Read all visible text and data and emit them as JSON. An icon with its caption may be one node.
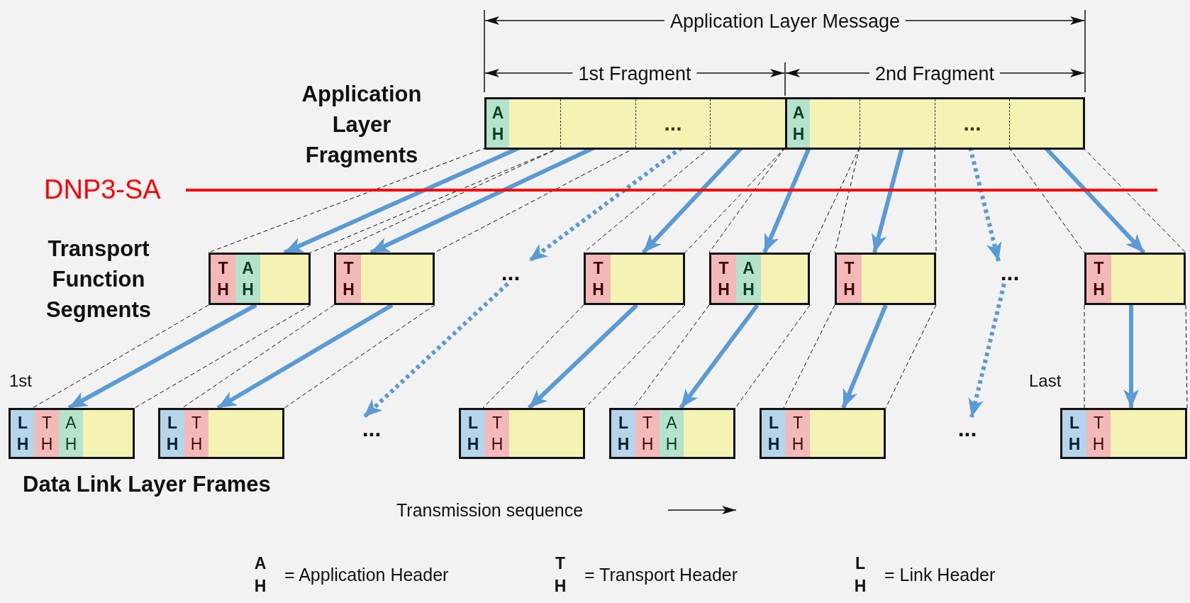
{
  "diagram": {
    "nodes": [
      {
        "text": [],
        "shape": "box"
      },
      {
        "text": [],
        "shape": "box",
        "in": 0
      },
      {
        "text": [
          "A H"
        ],
        "in": 1
      },
      {
        "text": [],
        "shape": "box",
        "in": 0
      },
      {
        "text": [
          "..."
        ],
        "in": 0
      },
      {
        "text": [],
        "shape": "box",
        "in": 0
      },
      {
        "text": [],
        "shape": "box",
        "in": 0
      },
      {
        "text": [
          "A H"
        ],
        "in": 6
      },
      {
        "text": [],
        "shape": "box",
        "in": 0
      },
      {
        "text": [
          "..."
        ],
        "in": 0
      },
      {
        "text": [],
        "shape": "box",
        "in": 0
      },
      {
        "text": [],
        "shape": "box"
      },
      {
        "text": [
          "T H"
        ],
        "in": 11
      },
      {
        "text": [
          "A H"
        ],
        "in": 11
      },
      {
        "text": [],
        "shape": "box"
      },
      {
        "text": [
          "T H"
        ],
        "in": 14
      },
      {
        "text": [
          "..."
        ]
      },
      {
        "text": [],
        "shape": "box"
      },
      {
        "text": [
          "T H"
        ],
        "in": 17
      },
      {
        "text": [],
        "shape": "box"
      },
      {
        "text": [
          "T H"
        ],
        "in": 19
      },
      {
        "text": [
          "A H"
        ],
        "in": 19
      },
      {
        "text": [],
        "shape": "box"
      },
      {
        "text": [
          "T H"
        ],
        "in": 22
      },
      {
        "text": [
          "..."
        ]
      },
      {
        "text": [],
        "shape": "box"
      },
      {
        "text": [
          "T H"
        ],
        "in": 25
      },
      {
        "text": [],
        "shape": "box"
      },
      {
        "text": [
          "L H"
        ],
        "in": 27
      },
      {
        "text": [
          "T H"
        ],
        "in": 27
      },
      {
        "text": [
          "A H"
        ],
        "in": 27
      },
      {
        "text": [],
        "shape": "box"
      },
      {
        "text": [
          "L H"
        ],
        "in": 31
      },
      {
        "text": [
          "T H"
        ],
        "in": 31
      },
      {
        "text": [
          "..."
        ]
      },
      {
        "text": [],
        "shape": "box"
      },
      {
        "text": [
          "L H"
        ],
        "in": 35
      },
      {
        "text": [
          "T H"
        ],
        "in": 35
      },
      {
        "text": [],
        "shape": "box"
      },
      {
        "text": [
          "L H"
        ],
        "in": 38
      },
      {
        "text": [
          "T H"
        ],
        "in": 38
      },
      {
        "text": [
          "A H"
        ],
        "in": 38
      },
      {
        "text": [],
        "shape": "box"
      },
      {
        "text": [
          "L H"
        ],
        "in": 42
      },
      {
        "text": [
          "T H"
        ],
        "in": 42
      },
      {
        "text": [
          "..."
        ]
      },
      {
        "text": [],
        "shape": "box"
      },
      {
        "text": [
          "L H"
        ],
        "in": 46
      },
      {
        "text": [
          "T H"
        ],
        "in": 46
      }
    ],
    "edges": [
      {
        "from": 1,
        "to": 11,
        "arrow": "to",
        "color": "#5b9bd5",
        "style": "thick"
      },
      {
        "from": 3,
        "to": 14,
        "arrow": "to",
        "color": "#5b9bd5",
        "style": "thick"
      },
      {
        "from": 4,
        "to": 16,
        "arrow": "to",
        "color": "#5b9bd5",
        "style": "dashed"
      },
      {
        "from": 5,
        "to": 17,
        "arrow": "to",
        "color": "#5b9bd5",
        "style": "thick"
      },
      {
        "from": 6,
        "to": 19,
        "arrow": "to",
        "color": "#5b9bd5",
        "style": "thick"
      },
      {
        "from": 8,
        "to": 22,
        "arrow": "to",
        "color": "#5b9bd5",
        "style": "thick"
      },
      {
        "from": 9,
        "to": 24,
        "arrow": "to",
        "color": "#5b9bd5",
        "style": "dashed"
      },
      {
        "from": 10,
        "to": 25,
        "arrow": "to",
        "color": "#5b9bd5",
        "style": "thick"
      },
      {
        "from": 11,
        "to": 27,
        "arrow": "to",
        "color": "#5b9bd5",
        "style": "thick"
      },
      {
        "from": 14,
        "to": 31,
        "arrow": "to",
        "color": "#5b9bd5",
        "style": "thick"
      },
      {
        "from": 16,
        "to": 34,
        "arrow": "to",
        "color": "#5b9bd5",
        "style": "dashed"
      },
      {
        "from": 17,
        "to": 35,
        "arrow": "to",
        "color": "#5b9bd5",
        "style": "thick"
      },
      {
        "from": 19,
        "to": 38,
        "arrow": "to",
        "color": "#5b9bd5",
        "style": "thick"
      },
      {
        "from": 22,
        "to": 42,
        "arrow": "to",
        "color": "#5b9bd5",
        "style": "thick"
      },
      {
        "from": 24,
        "to": 45,
        "arrow": "to",
        "color": "#5b9bd5",
        "style": "dashed"
      },
      {
        "from": 25,
        "to": 46,
        "arrow": "to",
        "color": "#5b9bd5",
        "style": "thick"
      },
      {
        "from": 1,
        "to": 11,
        "arrow": "none",
        "style": "dashed"
      },
      {
        "from": 1,
        "to": 11,
        "arrow": "none",
        "style": "dashed"
      },
      {
        "from": 3,
        "to": 14,
        "arrow": "none",
        "style": "dashed"
      },
      {
        "from": 3,
        "to": 14,
        "arrow": "none",
        "style": "dashed"
      },
      {
        "from": 5,
        "to": 17,
        "arrow": "none",
        "style": "dashed"
      },
      {
        "from": 5,
        "to": 17,
        "arrow": "none",
        "style": "dashed"
      },
      {
        "from": 6,
        "to": 19,
        "arrow": "none",
        "style": "dashed"
      },
      {
        "from": 6,
        "to": 19,
        "arrow": "none",
        "style": "dashed"
      },
      {
        "from": 8,
        "to": 22,
        "arrow": "none",
        "style": "dashed"
      },
      {
        "from": 8,
        "to": 22,
        "arrow": "none",
        "style": "dashed"
      },
      {
        "from": 10,
        "to": 25,
        "arrow": "none",
        "style": "dashed"
      },
      {
        "from": 10,
        "to": 25,
        "arrow": "none",
        "style": "dashed"
      },
      {
        "from": 11,
        "to": 27,
        "arrow": "none",
        "style": "dashed"
      },
      {
        "from": 11,
        "to": 27,
        "arrow": "none",
        "style": "dashed"
      },
      {
        "from": 14,
        "to": 31,
        "arrow": "none",
        "style": "dashed"
      },
      {
        "from": 14,
        "to": 31,
        "arrow": "none",
        "style": "dashed"
      },
      {
        "from": 17,
        "to": 35,
        "arrow": "none",
        "style": "dashed"
      },
      {
        "from": 17,
        "to": 35,
        "arrow": "none",
        "style": "dashed"
      },
      {
        "from": 19,
        "to": 38,
        "arrow": "none",
        "style": "dashed"
      },
      {
        "from": 19,
        "to": 38,
        "arrow": "none",
        "style": "dashed"
      },
      {
        "from": 22,
        "to": 42,
        "arrow": "none",
        "style": "dashed"
      },
      {
        "from": 22,
        "to": 42,
        "arrow": "none",
        "style": "dashed"
      },
      {
        "from": 25,
        "to": 46,
        "arrow": "none",
        "style": "dashed"
      },
      {
        "from": 25,
        "to": 46,
        "arrow": "none",
        "style": "dashed"
      }
    ],
    "labels": [
      "Application Layer Message",
      "1st Fragment",
      "2nd Fragment",
      "Application Layer Fragments",
      "DNP3-SA",
      "Transport Function Segments",
      "1st",
      "Last",
      "Data Link Layer Frames",
      "Transmission sequence",
      "A H",
      "= Application Header",
      "T H",
      "= Transport Header",
      "L H",
      "= Link Header"
    ]
  }
}
